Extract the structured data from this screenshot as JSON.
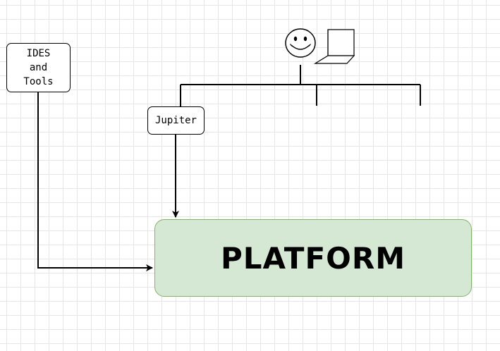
{
  "diagram": {
    "nodes": {
      "ides": {
        "label": "IDES\nand\nTools"
      },
      "jupiter": {
        "label": "Jupiter"
      },
      "platform": {
        "label": "PLATFORM",
        "fill": "#d5e8d4",
        "stroke": "#82b366"
      }
    },
    "icons": {
      "user": "smiley-face-icon",
      "device": "laptop-icon"
    },
    "edges": [
      {
        "from": "ides",
        "to": "platform",
        "arrow": true
      },
      {
        "from": "jupiter",
        "to": "platform",
        "arrow": true
      },
      {
        "from": "user-bus",
        "to": "jupiter",
        "arrow": false
      }
    ]
  }
}
